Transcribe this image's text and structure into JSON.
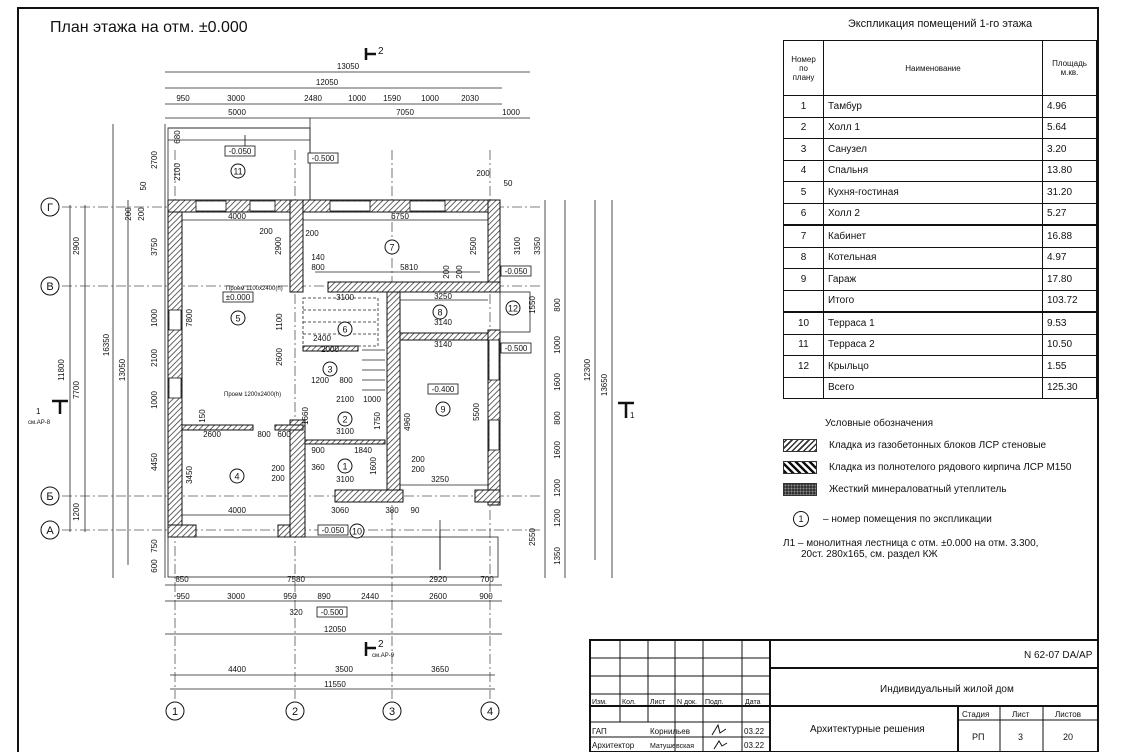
{
  "title": "План этажа на отм. ±0.000",
  "plan": {
    "dimensions": [
      "13050",
      "12050",
      "950",
      "3000",
      "2480",
      "1000",
      "1590",
      "1000",
      "2030",
      "5000",
      "7050",
      "1000",
      "2700",
      "2100",
      "680",
      "50",
      "200",
      "200",
      "2900",
      "11800",
      "7700",
      "1200",
      "16350",
      "13050",
      "3750",
      "1000",
      "2100",
      "1000",
      "4450",
      "750",
      "600",
      "4000",
      "6750",
      "200",
      "200",
      "2900",
      "2500",
      "140",
      "800",
      "5810",
      "200",
      "200",
      "3100",
      "3350",
      "3100",
      "3250",
      "3140",
      "3140",
      "7800",
      "1100",
      "2600",
      "2400",
      "2000",
      "1200",
      "800",
      "2100",
      "1000",
      "1750",
      "1660",
      "150",
      "3100",
      "2600",
      "800",
      "600",
      "900",
      "1840",
      "360",
      "3100",
      "1600",
      "3450",
      "200",
      "200",
      "200",
      "200",
      "3250",
      "4960",
      "5500",
      "4000",
      "3060",
      "380",
      "90",
      "1550",
      "800",
      "1000",
      "1600",
      "800",
      "1600",
      "1200",
      "1200",
      "2550",
      "1350",
      "12300",
      "13650",
      "850",
      "7580",
      "2920",
      "700",
      "950",
      "3000",
      "950",
      "890",
      "2440",
      "2600",
      "900",
      "320",
      "12050",
      "4400",
      "3500",
      "3650",
      "11550",
      "200",
      "50"
    ],
    "elevations": [
      "-0.050",
      "-0.500",
      "±0.000",
      "-0.400",
      "-0.050",
      "-0.050",
      "-0.500",
      "-0.500"
    ],
    "openings": [
      "Проем 1100х2400(h)",
      "Проем 1200х2400(h)"
    ],
    "room_numbers": [
      "11",
      "7",
      "5",
      "6",
      "8",
      "12",
      "3",
      "2",
      "1",
      "4",
      "9",
      "10"
    ],
    "grid_rows": [
      "Г",
      "В",
      "Б",
      "А"
    ],
    "grid_cols": [
      "1",
      "2",
      "3",
      "4"
    ],
    "sections": {
      "top": "2",
      "bottom": "2",
      "bottom_ref": "см.АР-9",
      "left": "1",
      "left_ref": "см.АР-8",
      "right": "1"
    }
  },
  "explication": {
    "title": "Экспликация помещений 1-го этажа",
    "headers": {
      "num": "Номер по плану",
      "name": "Наименование",
      "area": "Площадь м.кв."
    },
    "rows": [
      {
        "num": "1",
        "name": "Тамбур",
        "area": "4.96"
      },
      {
        "num": "2",
        "name": "Холл 1",
        "area": "5.64"
      },
      {
        "num": "3",
        "name": "Санузел",
        "area": "3.20"
      },
      {
        "num": "4",
        "name": "Спальня",
        "area": "13.80"
      },
      {
        "num": "5",
        "name": "Кухня-гостиная",
        "area": "31.20"
      },
      {
        "num": "6",
        "name": "Холл 2",
        "area": "5.27"
      },
      {
        "num": "7",
        "name": "Кабинет",
        "area": "16.88"
      },
      {
        "num": "8",
        "name": "Котельная",
        "area": "4.97"
      },
      {
        "num": "9",
        "name": "Гараж",
        "area": "17.80"
      },
      {
        "num": "",
        "name": "Итого",
        "area": "103.72"
      },
      {
        "num": "10",
        "name": "Терраса 1",
        "area": "9.53"
      },
      {
        "num": "11",
        "name": "Терраса 2",
        "area": "10.50"
      },
      {
        "num": "12",
        "name": "Крыльцо",
        "area": "1.55"
      },
      {
        "num": "",
        "name": "Всего",
        "area": "125.30"
      }
    ]
  },
  "legend": {
    "title": "Условные обозначения",
    "items": [
      "Кладка из газобетонных блоков ЛСР стеновые",
      "Кладка из полнотелого рядового кирпича ЛСР М150",
      "Жесткий минераловатный утеплитель"
    ],
    "room_marker": "1",
    "room_marker_text": "– номер помещения по экспликации",
    "stair_note_1": "Л1 – монолитная лестница с отм. ±0.000 на отм. 3.300,",
    "stair_note_2": "20ст. 280х165, см. раздел КЖ"
  },
  "title_block": {
    "doc_code": "N 62-07 DA/AP",
    "project": "Индивидуальный жилой дом",
    "section": "Архитектурные решения",
    "col_headers": [
      "Изм.",
      "Кол.",
      "Лист",
      "N док.",
      "Подп.",
      "Дата"
    ],
    "stage_label": "Стадия",
    "stage": "РП",
    "sheet_label": "Лист",
    "sheet": "3",
    "sheets_label": "Листов",
    "sheets": "20",
    "people": [
      {
        "role": "ГАП",
        "name": "Корнильев",
        "date": "03.22"
      },
      {
        "role": "Архитектор",
        "name": "Матушевская",
        "date": "03.22"
      }
    ]
  },
  "colors": {
    "line": "#111111",
    "hatch": "#333333"
  }
}
